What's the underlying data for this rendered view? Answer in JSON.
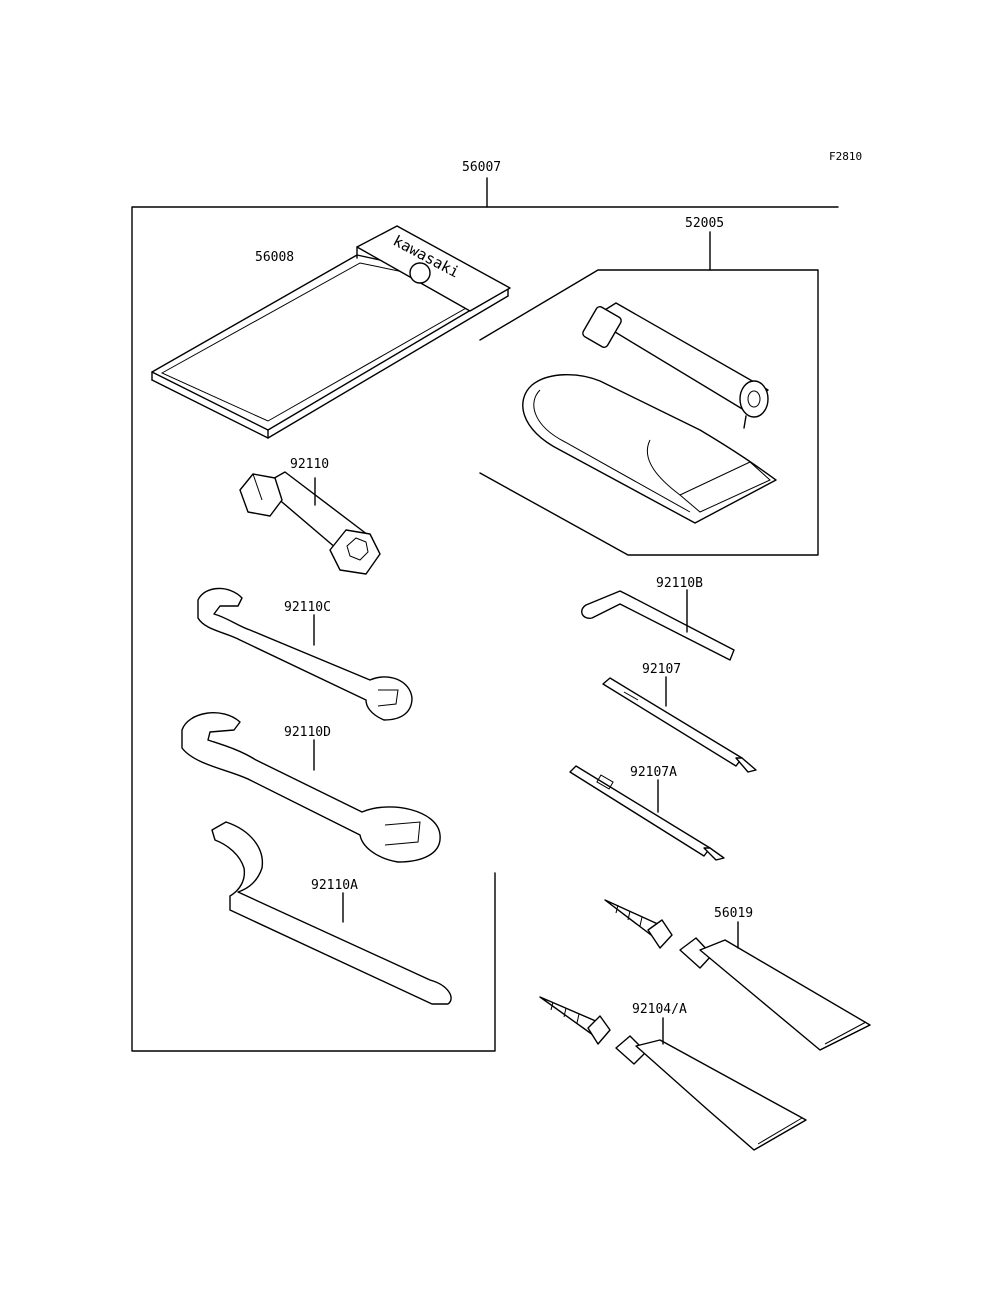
{
  "figure_ref": "F2810",
  "brand_text": "kawasaki",
  "parts": [
    {
      "id": "kit",
      "label": "56007"
    },
    {
      "id": "pouch",
      "label": "56008"
    },
    {
      "id": "pump-set",
      "label": "52005"
    },
    {
      "id": "plug-wrench",
      "label": "92110"
    },
    {
      "id": "hex-key",
      "label": "92110B"
    },
    {
      "id": "wrench-small",
      "label": "92110C"
    },
    {
      "id": "screwdriver",
      "label": "92107"
    },
    {
      "id": "wrench-large",
      "label": "92110D"
    },
    {
      "id": "screwdriver-small",
      "label": "92107A"
    },
    {
      "id": "hook-wrench",
      "label": "92110A"
    },
    {
      "id": "tube-1",
      "label": "56019"
    },
    {
      "id": "tube-2",
      "label": "92104/A"
    }
  ]
}
